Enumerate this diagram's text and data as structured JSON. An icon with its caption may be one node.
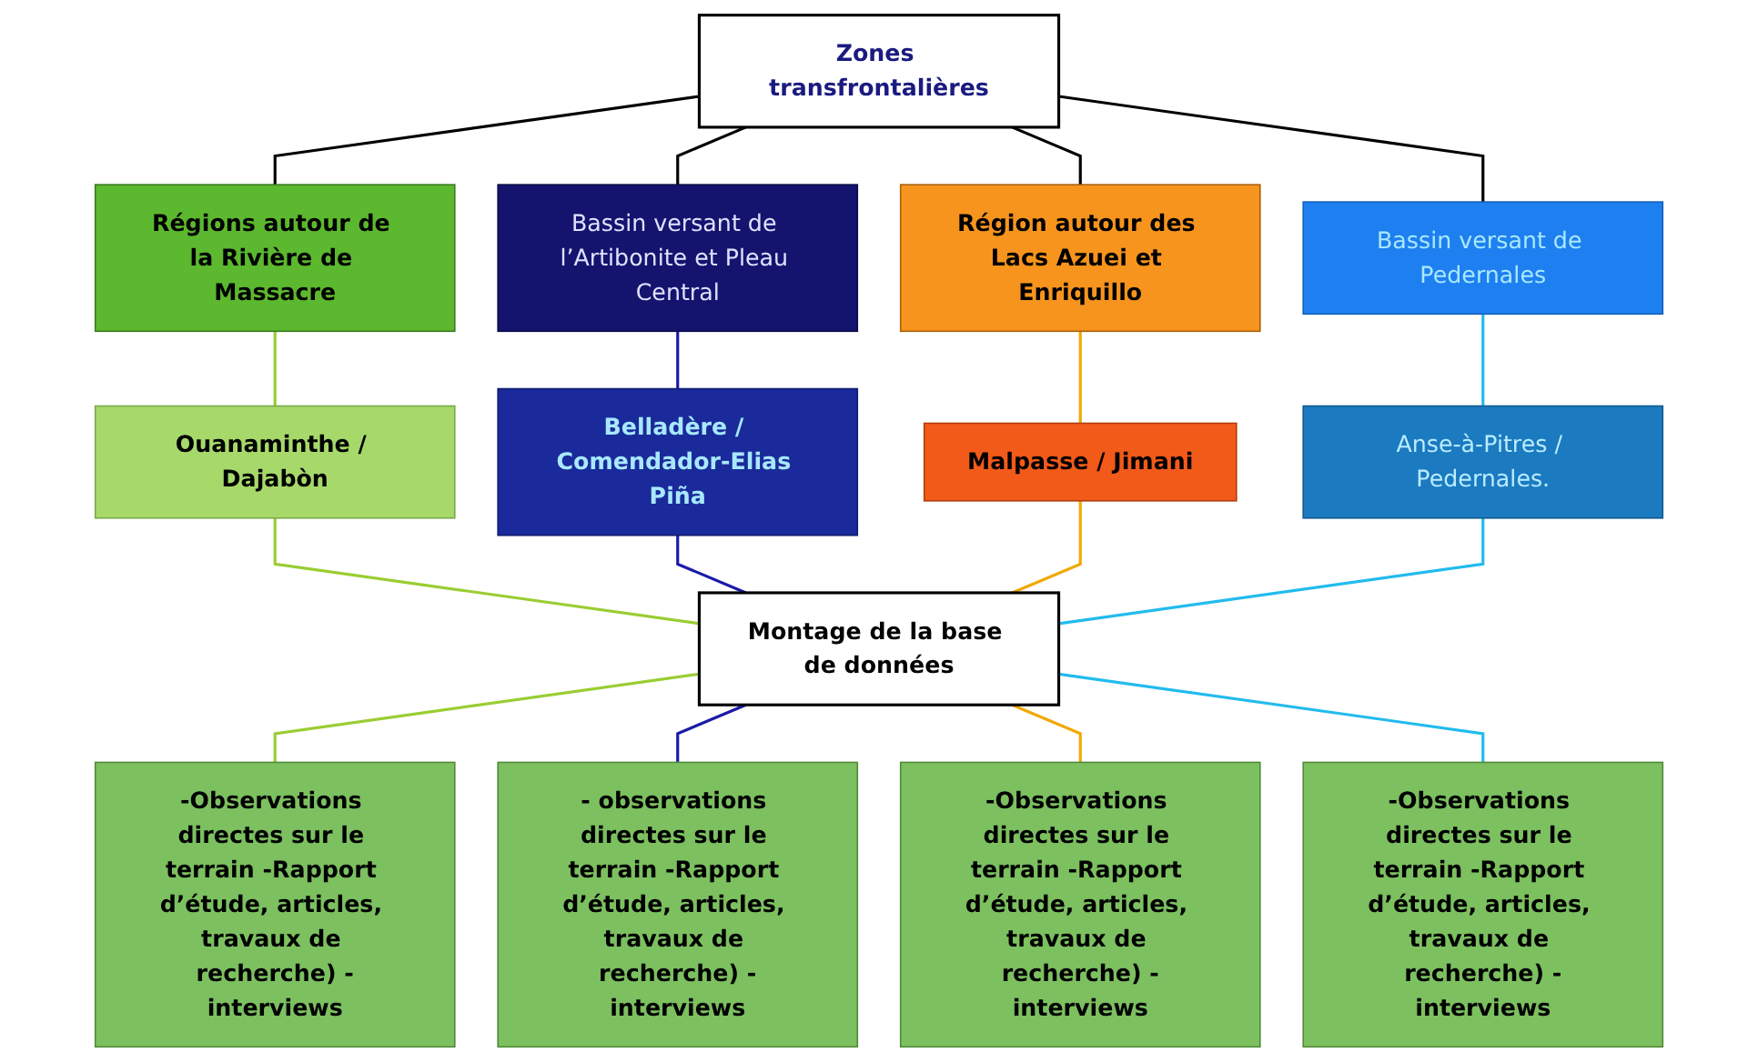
{
  "diagram": {
    "nodes": [
      {
        "text": [
          "Zones transfrontalières"
        ]
      },
      {
        "text": [
          "Régions autour de la Rivière de Massacre"
        ]
      },
      {
        "text": [
          "Bassin versant de l’Artibonite et Pleau Central"
        ]
      },
      {
        "text": [
          "Région autour des Lacs Azuei et Enriquillo"
        ]
      },
      {
        "text": [
          "Bassin versant de Pedernales"
        ]
      },
      {
        "text": [
          "Ouanaminthe / Dajabòn"
        ]
      },
      {
        "text": [
          "Belladère / Comendador-Elias Piña"
        ]
      },
      {
        "text": [
          "Malpasse / Jimani"
        ]
      },
      {
        "text": [
          "Anse-à-Pitres / Pedernales."
        ]
      },
      {
        "text": [
          "Montage de la base de données"
        ]
      },
      {
        "text": [
          "-Observations directes sur le terrain -Rapport d’étude, articles, travaux de recherche) -interviews"
        ]
      },
      {
        "text": [
          "- observations directes sur le terrain -Rapport d’étude, articles, travaux de recherche) -interviews"
        ]
      },
      {
        "text": [
          "-Observations directes sur le terrain -Rapport d’étude, articles, travaux de recherche) -interviews"
        ]
      },
      {
        "text": [
          "-Observations directes sur le terrain -Rapport d’étude, articles, travaux de recherche) -interviews"
        ]
      }
    ],
    "edges": [
      {
        "from": 0,
        "to": 1,
        "arrow": "none",
        "color": "#000000"
      },
      {
        "from": 0,
        "to": 2,
        "arrow": "none",
        "color": "#000000"
      },
      {
        "from": 0,
        "to": 3,
        "arrow": "none",
        "color": "#000000"
      },
      {
        "from": 0,
        "to": 4,
        "arrow": "none",
        "color": "#000000"
      },
      {
        "from": 1,
        "to": 5,
        "arrow": "none",
        "color": "#9acd32"
      },
      {
        "from": 2,
        "to": 6,
        "arrow": "none",
        "color": "#1a1aa8"
      },
      {
        "from": 3,
        "to": 7,
        "arrow": "none",
        "color": "#f0a800"
      },
      {
        "from": 4,
        "to": 8,
        "arrow": "none",
        "color": "#22bbee"
      },
      {
        "from": 5,
        "to": 9,
        "arrow": "none",
        "color": "#9acd32"
      },
      {
        "from": 6,
        "to": 9,
        "arrow": "none",
        "color": "#1a1aa8"
      },
      {
        "from": 7,
        "to": 9,
        "arrow": "none",
        "color": "#f0a800"
      },
      {
        "from": 8,
        "to": 9,
        "arrow": "none",
        "color": "#22bbee"
      },
      {
        "from": 9,
        "to": 10,
        "arrow": "none",
        "color": "#9acd32"
      },
      {
        "from": 9,
        "to": 11,
        "arrow": "none",
        "color": "#1a1aa8"
      },
      {
        "from": 9,
        "to": 12,
        "arrow": "none",
        "color": "#f0a800"
      },
      {
        "from": 9,
        "to": 13,
        "arrow": "none",
        "color": "#22bbee"
      }
    ]
  }
}
